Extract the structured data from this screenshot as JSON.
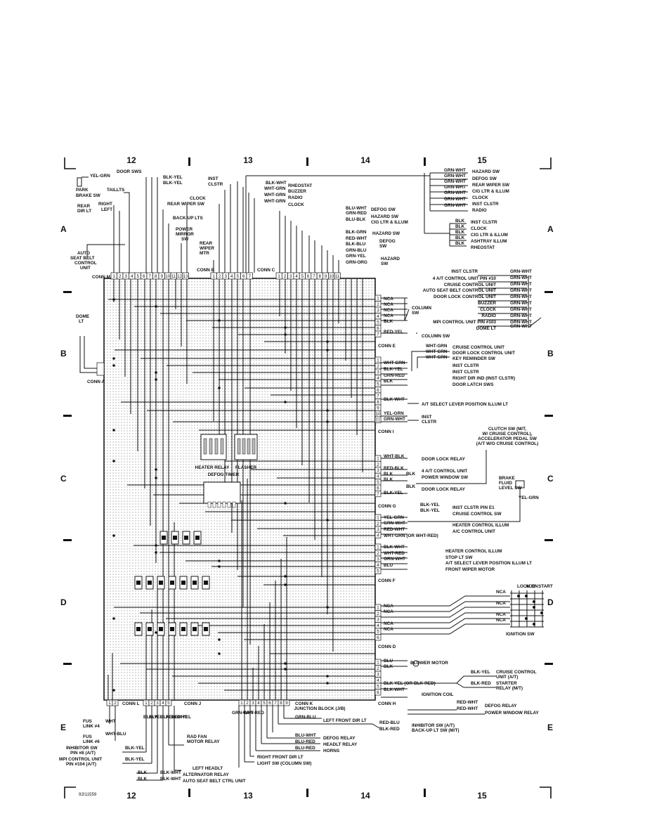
{
  "grid": {
    "cols": [
      "12",
      "13",
      "14",
      "15"
    ],
    "rows": [
      "A",
      "B",
      "C",
      "D",
      "E"
    ]
  },
  "drawing_id": "92I11559",
  "connectors": {
    "conn_m": "CONN M",
    "conn_b": "CONN B",
    "conn_c": "CONN C",
    "conn_a": "CONN A",
    "conn_e": "CONN E",
    "conn_i": "CONN I",
    "conn_g": "CONN G",
    "conn_f": "CONN F",
    "conn_d": "CONN D",
    "conn_l": "CONN L",
    "conn_j": "CONN J",
    "conn_k": "CONN K",
    "conn_h": "CONN H"
  },
  "junction_block": "JUNCTION BLOCK (J/B)",
  "internal": {
    "heater_relay": "HEATER RELAY",
    "flasher": "FLASHER",
    "defog_timer": "DEFOG TIMER"
  },
  "top_left": [
    "YEL-GRN",
    "PARK",
    "BRAKE SW",
    "DOOR SWS",
    "TAILLTS",
    "REAR",
    "DIR LT",
    "RIGHT",
    "LEFT",
    "BLK-YEL",
    "BLK-YEL",
    "INST",
    "CLSTR",
    "CLOCK",
    "REAR WIPER SW",
    "BACK-UP LTS",
    "POWER",
    "MIRROR",
    "SW",
    "REAR",
    "WIPER",
    "MTR",
    "AUTO",
    "SEAT BELT",
    "CONTROL",
    "UNIT",
    "DOME",
    "LT"
  ],
  "top_center": [
    "BLK-WHT",
    "RHEOSTAT",
    "WHT-GRN",
    "BUZZER",
    "WHT-GRN",
    "RADIO",
    "WHT-GRN",
    "CLOCK",
    "BLU-WHT",
    "DEFOG SW",
    "GRN-RED",
    "HAZARD SW",
    "BLU-BLK",
    "CIG LTR & ILLUM",
    "BLK-GRN",
    "HAZARD SW",
    "RED-WHT",
    "DEFOG",
    "BLK-BLU",
    "SW",
    "GRN-BLU",
    "GRN-YEL",
    "HAZARD",
    "GRN-ORG",
    "SW"
  ],
  "top_right": [
    "GRN-WHT",
    "HAZARD SW",
    "GRN-WHT",
    "DEFOG SW",
    "GRN-WHT",
    "REAR WIPER SW",
    "GRN-WHT",
    "CIG LTR & ILLUM",
    "GRN-WHT",
    "CLOCK",
    "GRN-WHT",
    "INST CLSTR",
    "GRN-WHT",
    "RADIO",
    "BLK",
    "INST CLSTR",
    "BLK",
    "CLOCK",
    "BLK",
    "CIG LTR & ILLUM",
    "BLK",
    "ASHTRAY ILLUM",
    "BLK",
    "RHEOSTAT"
  ],
  "right_side": [
    "INST CLSTR",
    "GRN-WHT",
    "4 A/T CONTROL UNIT PIN #10",
    "GRN-WHT",
    "CRUISE CONTROL UNIT",
    "GRN-WHT",
    "AUTO SEAT BELT CONTROL UNIT",
    "GRN-WHT",
    "DOOR LOCK CONTROL UNIT",
    "GRN-WHT",
    "BUZZER",
    "GRN-WHT",
    "CLOCK",
    "GRN-WHT",
    "RADIO",
    "GRN-WHT",
    "MPI CONTROL UNIT PIN #103",
    "GRN-WHT",
    "DOME LT",
    "GRN-WHT",
    "NCA",
    "NCA",
    "NCA",
    "NCA",
    "BLK",
    "COLUMN",
    "SW",
    "RED-YEL",
    "COLUMN SW",
    "WHT-GRN",
    "CRUISE CONTROL UNIT",
    "WHT-GRN",
    "DOOR LOCK CONTROL UNIT",
    "WHT-GRN",
    "KEY REMINDER SW",
    "WHT-GRN",
    "INST CLSTR",
    "BLK-YEL",
    "INST CLSTR",
    "GRN-RED",
    "RIGHT DIR IND (INST CLSTR)",
    "BLK",
    "DOOR LATCH SWS",
    "BLK-WHT",
    "A/T SELECT LEVER POSITION ILLUM LT",
    "YEL-GRN",
    "GRN-WHT",
    "INST",
    "CLSTR",
    "CLUTCH SW (M/T,",
    "W/ CRUISE CONTROL),",
    "ACCELERATOR PEDAL SW",
    "(A/T W/O CRUISE CONTROL)",
    "WHT-BLK",
    "DOOR LOCK RELAY",
    "RED-BLK",
    "4 A/T CONTROL UNIT",
    "BLK",
    "BLK",
    "POWER WINDOW SW",
    "BLK",
    "BLK",
    "DOOR LOCK RELAY",
    "BLK-YEL",
    "BLK-YEL",
    "INST CLSTR PIN E1",
    "BLK-YEL",
    "CRUISE CONTROL SW",
    "BRAKE",
    "FLUID",
    "LEVEL SW",
    "YEL-GRN",
    "YEL-GRN",
    "GRN-WHT",
    "HEATER CONTROL ILLUM",
    "RED-WHT",
    "A/C CONTROL UNIT",
    "WHT-GRN (OR WHT-RED)",
    "BLK-WHT",
    "HEATER CONTROL ILLUM",
    "WHT-RED",
    "STOP LT SW",
    "GRN-WHT",
    "A/T SELECT LEVER POSITION ILLUM LT",
    "BLU",
    "FRONT WIPER MOTOR",
    "NCA",
    "NCA",
    "NCA",
    "NCA",
    "NCA",
    "NCA",
    "NCA",
    "NCA",
    "LOCK",
    "ACC",
    "ON",
    "START",
    "IGNITION SW",
    "BLU",
    "BLOWER MOTOR",
    "BLK",
    "BLK-YEL",
    "CRUISE CONTROL",
    "UNIT (A/T)",
    "BLK-YEL (OR BLK-RED)",
    "BLK-RED",
    "STARTER",
    "RELAY (M/T)",
    "BLK-WHT",
    "IGNITION COIL",
    "RED-WHT",
    "DEFOG RELAY",
    "RED-WHT",
    "POWER WINDOW RELAY"
  ],
  "bottom": [
    "FUS",
    "LINK #4",
    "WHT",
    "FUS",
    "LINK #6",
    "WHT-BLU",
    "INHIBITOR SW",
    "PIN #8 (A/T)",
    "BLK-YEL",
    "MPI CONTROL UNIT",
    "PIN #104 (A/T)",
    "BLK-YEL",
    "BLK",
    "BLK",
    "BLK-WHT",
    "BLK-WHT",
    "BLK-YEL",
    "BLK",
    "BLK",
    "RED-WHT",
    "RED-YEL",
    "RAD FAN",
    "MOTOR RELAY",
    "LEFT HEADLT",
    "ALTERNATOR RELAY",
    "AUTO SEAT BELT CTRL UNIT",
    "GRN-WHT",
    "GRN-RED",
    "GRN-BLU",
    "LEFT FRONT DIR LT",
    "RED-BLU",
    "BLK-RED",
    "INHIBITOR SW (A/T)",
    "BACK-UP LT SW (M/T)",
    "BLU-WHT",
    "DEFOG RELAY",
    "BLU-RED",
    "HEADLT RELAY",
    "BLU-RED",
    "HORNS",
    "RIGHT FRONT DIR LT",
    "LIGHT SW (COLUMN SW)"
  ]
}
